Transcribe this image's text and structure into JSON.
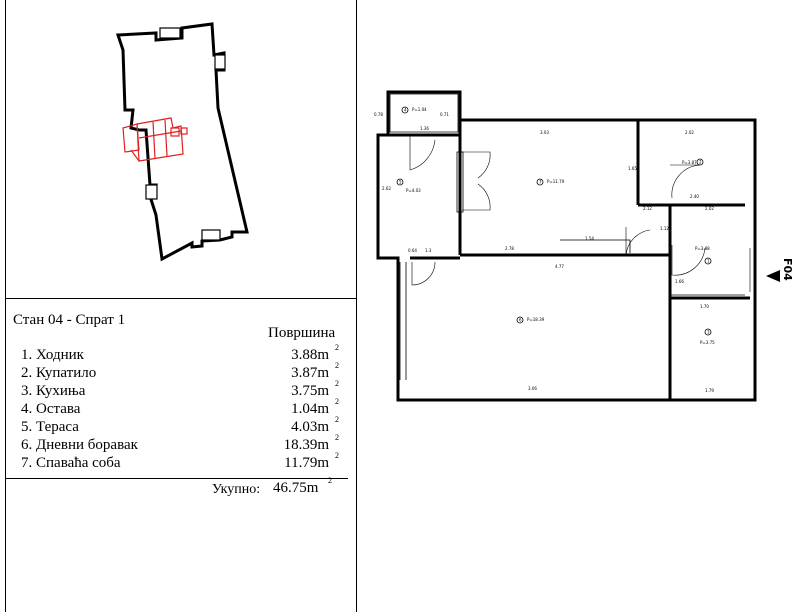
{
  "apartment_title": "Стан 04 - Спрат 1",
  "area_header": "Површина",
  "rooms": [
    {
      "name": "1. Ходник",
      "area": "3.88m",
      "unit_sup": "2"
    },
    {
      "name": "2. Купатило",
      "area": "3.87m",
      "unit_sup": "2"
    },
    {
      "name": "3. Кухиња",
      "area": "3.75m",
      "unit_sup": "2"
    },
    {
      "name": "4. Остава",
      "area": "1.04m",
      "unit_sup": "2"
    },
    {
      "name": "5. Тераса",
      "area": "4.03m",
      "unit_sup": "2"
    },
    {
      "name": "6. Дневни боравак",
      "area": "18.39m",
      "unit_sup": "2"
    },
    {
      "name": "7. Спаваћа соба",
      "area": "11.79m",
      "unit_sup": "2"
    }
  ],
  "total": {
    "label": "Укупно:",
    "value": "46.75m",
    "unit_sup": "2"
  },
  "unit_code": "F04",
  "colors": {
    "highlight": "#e02020",
    "line": "#000000"
  },
  "plan_labels": {
    "room_numbers": [
      "1",
      "2",
      "3",
      "4",
      "5",
      "6",
      "7"
    ],
    "room_areas": [
      "P=1.04",
      "P=3.87",
      "P=4.03",
      "P=11.79",
      "P=3.88",
      "P=18.39",
      "P=3.75"
    ],
    "dimensions": [
      "0.78",
      "1.36",
      "0.71",
      "3.03",
      "2.02",
      "1.65",
      "2.40",
      "2.02",
      "2.12",
      "1.12",
      "2.78",
      "1.54",
      "4.77",
      "1.70",
      "1.66",
      "1.79",
      "3.06",
      "1.3",
      "2.62",
      "0.64"
    ]
  }
}
